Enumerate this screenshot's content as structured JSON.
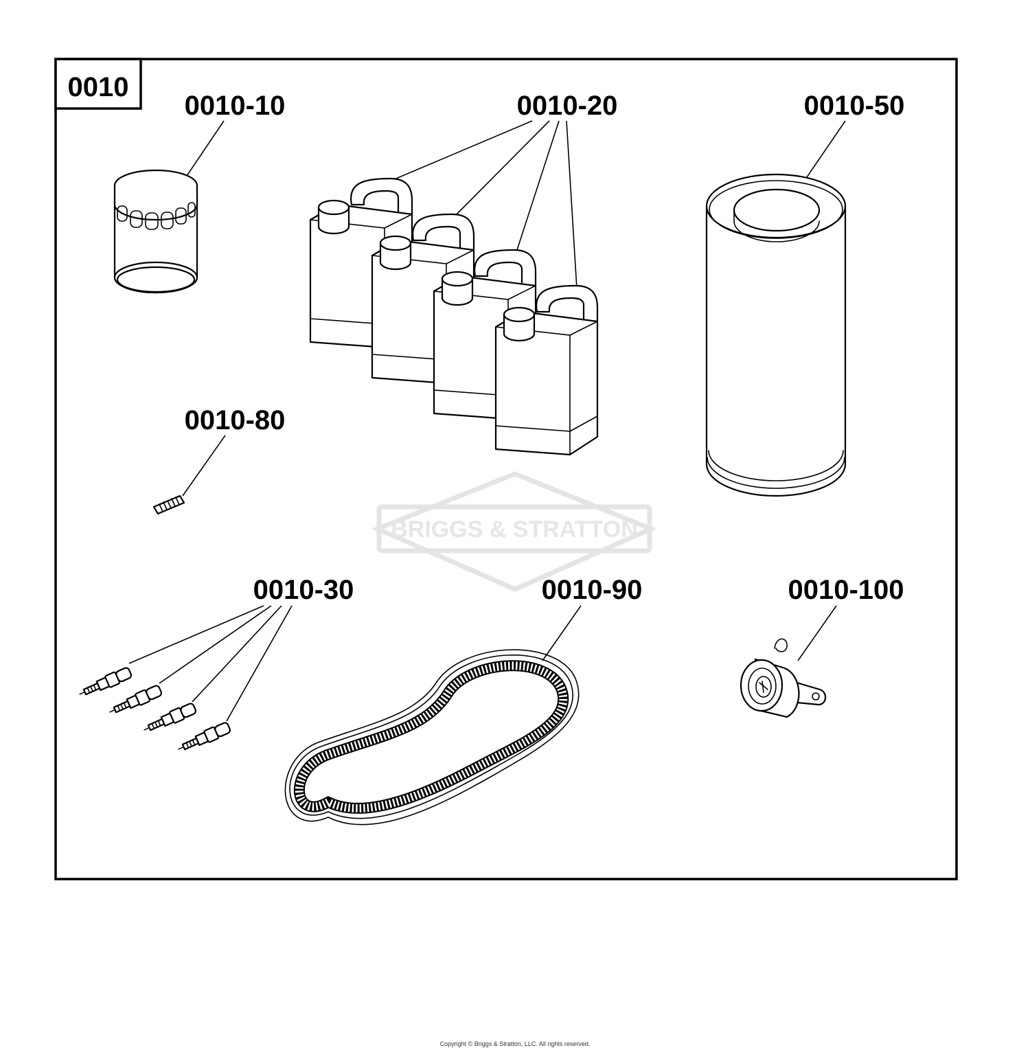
{
  "diagram": {
    "group_label": "0010",
    "callouts": {
      "oil_filter": "0010-10",
      "oil_bottles": "0010-20",
      "air_filter": "0010-50",
      "small_spring": "0010-80",
      "spark_plugs": "0010-30",
      "timing_belt": "0010-90",
      "belt_tensioner": "0010-100"
    },
    "watermark": "BRIGGS & STRATTON"
  },
  "footer": {
    "copyright": "Copyright © Briggs & Stratton, LLC. All rights reserved."
  }
}
